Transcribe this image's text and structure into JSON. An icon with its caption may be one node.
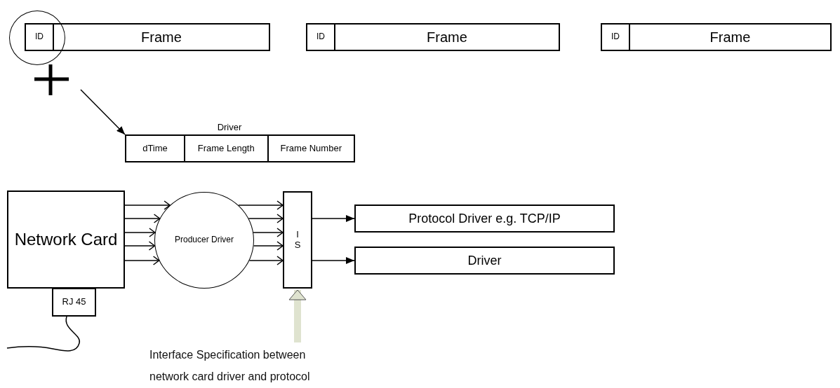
{
  "diagram": {
    "nodes": [
      {
        "text": [],
        "shape": "circle"
      },
      {
        "text": [
          "ID"
        ],
        "in": 0
      },
      {
        "text": [
          "Frame"
        ]
      },
      {
        "text": [
          "ID"
        ]
      },
      {
        "text": [
          "Frame"
        ]
      },
      {
        "text": [
          "ID"
        ]
      },
      {
        "text": [
          "Frame"
        ]
      },
      {
        "text": [
          "Driver"
        ]
      },
      {
        "text": [
          "dTime"
        ],
        "in": 7
      },
      {
        "text": [
          "Frame Length"
        ],
        "in": 7
      },
      {
        "text": [
          "Frame Number"
        ],
        "in": 7
      },
      {
        "text": [
          "Network Card"
        ]
      },
      {
        "text": [
          "RJ 45"
        ]
      },
      {
        "text": [
          "Producer Driver"
        ]
      },
      {
        "text": [
          "I S"
        ]
      },
      {
        "text": [
          "Protocol Driver e.g. TCP/IP"
        ]
      },
      {
        "text": [
          "Driver"
        ]
      },
      {
        "text": [
          "Interface Specification between network card driver and protocol"
        ]
      }
    ],
    "edges": [
      {
        "from": null,
        "to": 7,
        "arrow": "to"
      },
      {
        "from": 11,
        "to": 13,
        "arrow": "to"
      },
      {
        "from": 11,
        "to": 13,
        "arrow": "to"
      },
      {
        "from": 11,
        "to": 13,
        "arrow": "to"
      },
      {
        "from": 11,
        "to": 13,
        "arrow": "to"
      },
      {
        "from": 11,
        "to": 13,
        "arrow": "to"
      },
      {
        "from": 13,
        "to": 14,
        "arrow": "to"
      },
      {
        "from": 13,
        "to": 14,
        "arrow": "to"
      },
      {
        "from": 13,
        "to": 14,
        "arrow": "to"
      },
      {
        "from": 13,
        "to": 14,
        "arrow": "to"
      },
      {
        "from": 13,
        "to": 14,
        "arrow": "to"
      },
      {
        "from": 14,
        "to": 15,
        "arrow": "to"
      },
      {
        "from": 14,
        "to": 16,
        "arrow": "to"
      },
      {
        "from": 12,
        "to": null,
        "arrow": "none"
      },
      {
        "from": 17,
        "to": 14,
        "arrow": "to",
        "style": "thick",
        "color": "#dfe3cf"
      }
    ]
  }
}
